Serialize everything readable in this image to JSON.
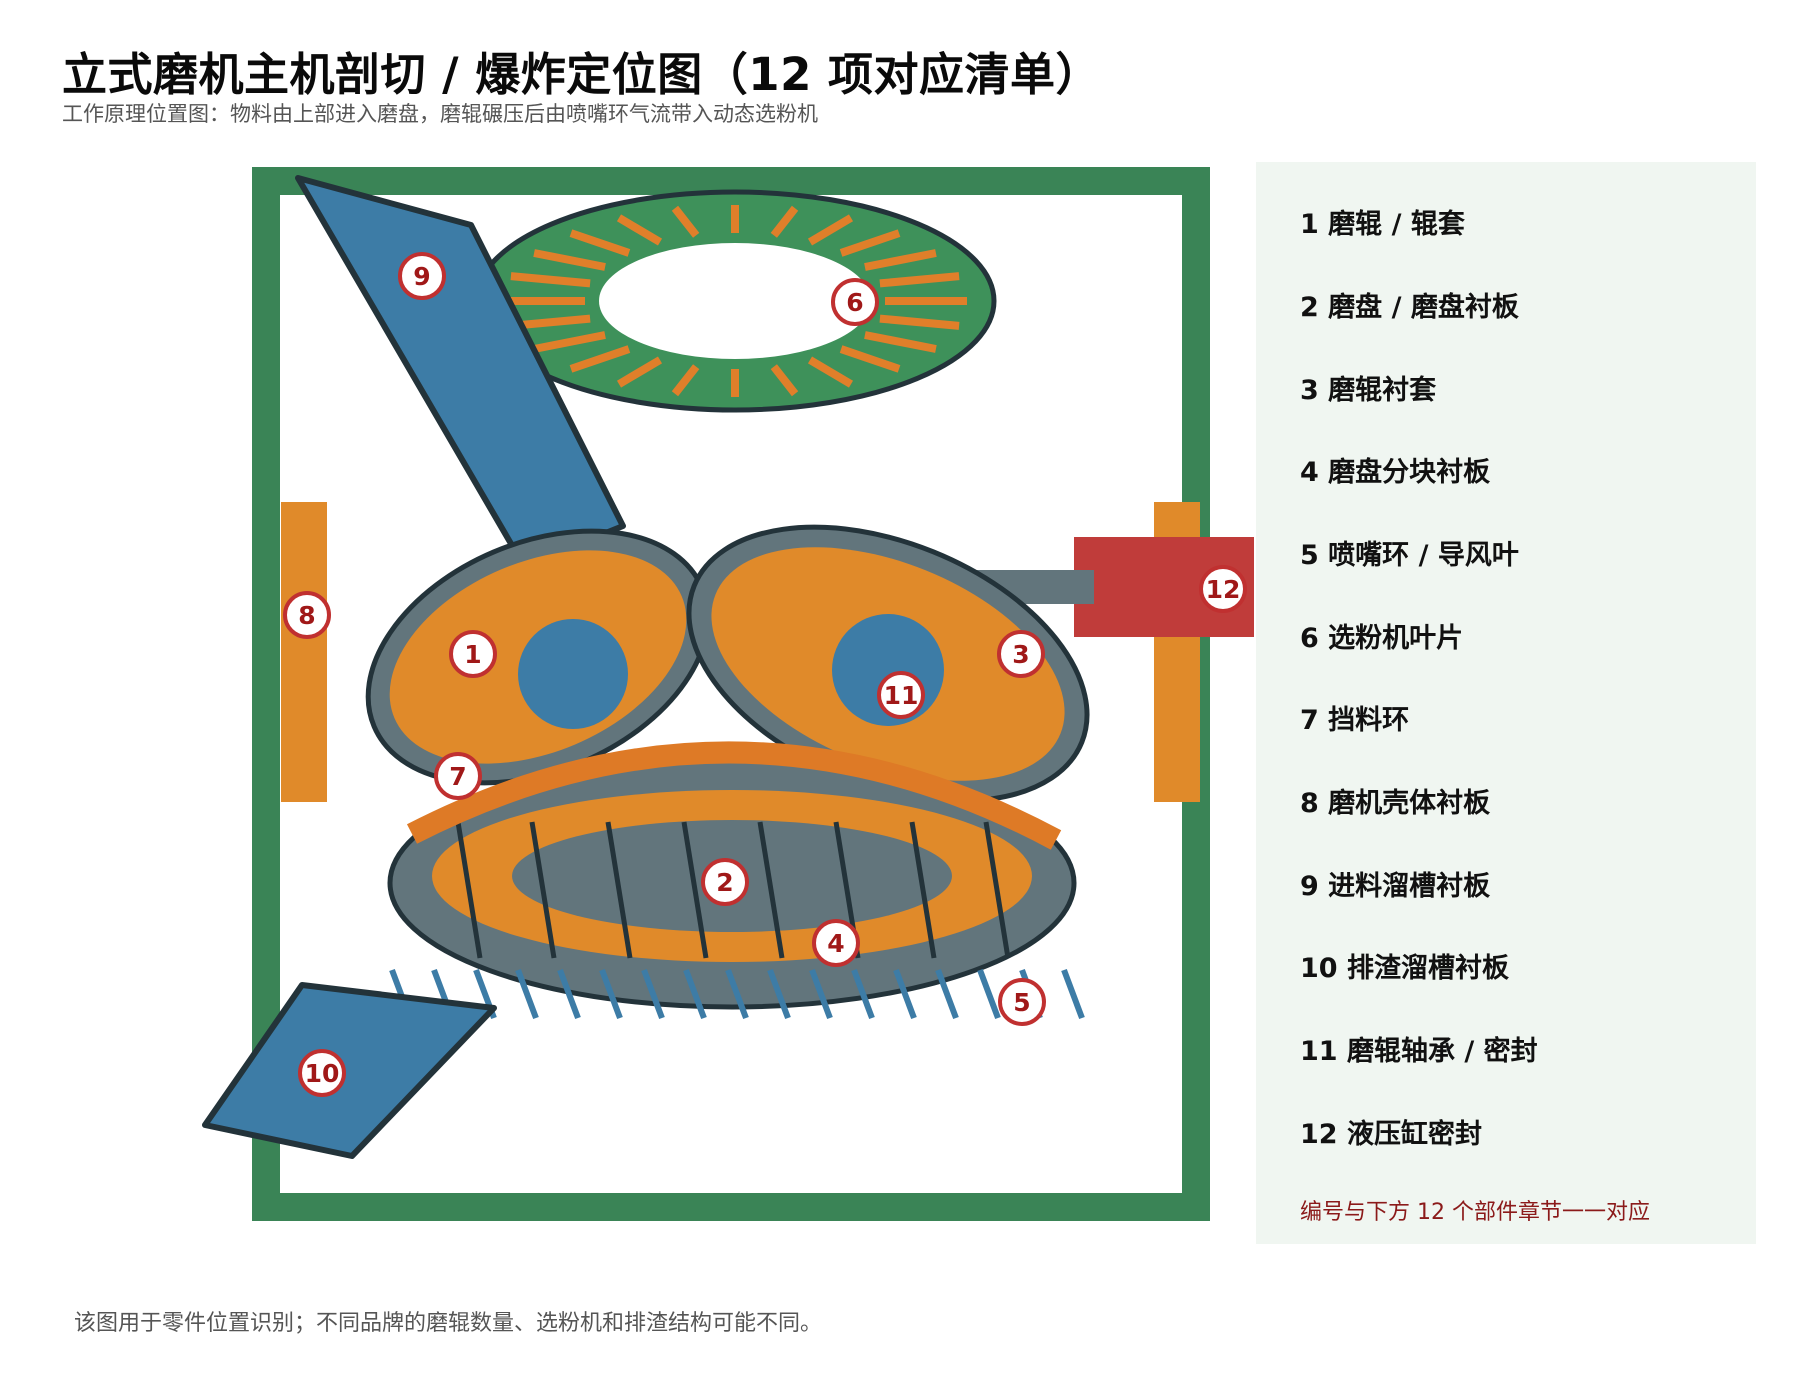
{
  "title": "立式磨机主机剖切 / 爆炸定位图（12 项对应清单）",
  "subtitle": "工作原理位置图：物料由上部进入磨盘，磨辊碾压后由喷嘴环气流带入动态选粉机",
  "footnote": "该图用于零件位置识别；不同品牌的磨辊数量、选粉机和排渣结构可能不同。",
  "legend": {
    "items": [
      "1 磨辊 / 辊套",
      "2 磨盘 / 磨盘衬板",
      "3 磨辊衬套",
      "4 磨盘分块衬板",
      "5 喷嘴环 / 导风叶",
      "6 选粉机叶片",
      "7 挡料环",
      "8 磨机壳体衬板",
      "9 进料溜槽衬板",
      "10 排渣溜槽衬板",
      "11 磨辊轴承 / 密封",
      "12 液压缸密封"
    ],
    "note": "编号与下方 12 个部件章节一一对应"
  },
  "callouts": [
    "1",
    "2",
    "3",
    "4",
    "5",
    "6",
    "7",
    "8",
    "9",
    "10",
    "11",
    "12"
  ],
  "colors": {
    "frame_green": "#3a8456",
    "separator_green": "#3e915a",
    "steel_blue": "#3d7ca6",
    "orange": "#e08a2a",
    "dark_orange": "#de7a26",
    "slate": "#62757c",
    "outline": "#23333a",
    "red_block": "#c03c3a",
    "callout_red": "#c03030",
    "legend_bg": "#f0f6f1"
  }
}
